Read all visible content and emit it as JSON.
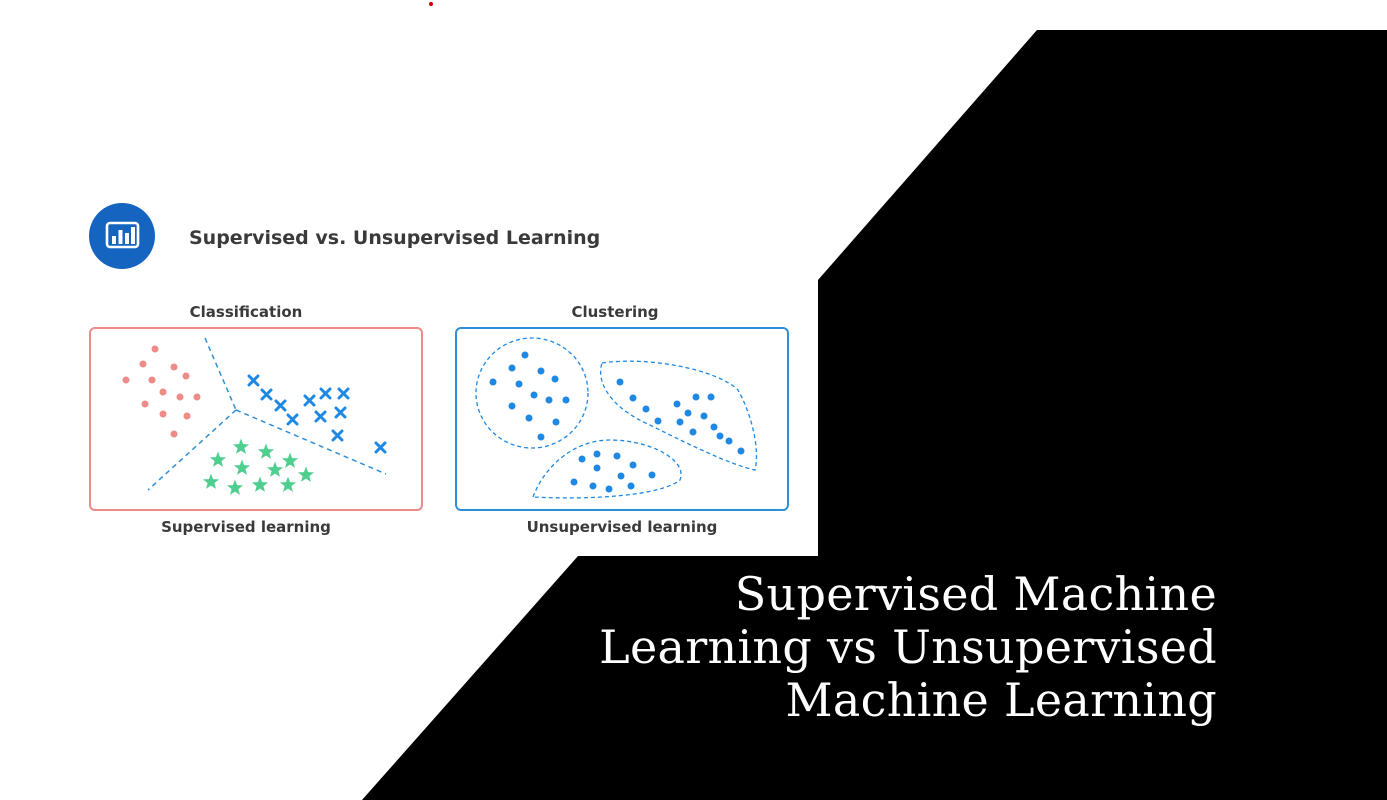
{
  "slide": {
    "title": "Supervised Machine Learning vs Unsupervised Machine Learning",
    "title_lines": [
      "Supervised Machine",
      "Learning vs Unsupervised",
      "Machine Learning"
    ]
  },
  "figure": {
    "heading": "Supervised vs. Unsupervised Learning",
    "logo_icon": "bar-chart-icon",
    "left_panel": {
      "title": "Classification",
      "caption": "Supervised learning",
      "border_color": "#ee8a88",
      "classes": [
        {
          "marker": "dot",
          "color": "#ee8a88"
        },
        {
          "marker": "cross",
          "color": "#1e88e5"
        },
        {
          "marker": "star",
          "color": "#4fcf8f"
        }
      ]
    },
    "right_panel": {
      "title": "Clustering",
      "caption": "Unsupervised learning",
      "border_color": "#2f8fd6",
      "point_color": "#1e88e5"
    }
  },
  "colors": {
    "background": "#ffffff",
    "dark_band": "#000000",
    "accent_dot": "#cc0000",
    "logo_blue": "#1565c0"
  }
}
